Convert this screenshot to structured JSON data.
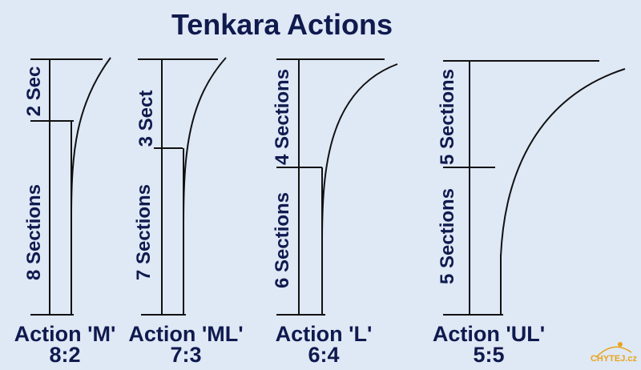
{
  "title": "Tenkara Actions",
  "actions": [
    {
      "name": "Action 'M'",
      "ratio": "8:2",
      "lower_label": "8 Sections",
      "upper_label": "2 Sec"
    },
    {
      "name": "Action 'ML'",
      "ratio": "7:3",
      "lower_label": "7 Sections",
      "upper_label": "3 Sect"
    },
    {
      "name": "Action 'L'",
      "ratio": "6:4",
      "lower_label": "6 Sections",
      "upper_label": "4 Sections"
    },
    {
      "name": "Action 'UL'",
      "ratio": "5:5",
      "lower_label": "5 Sections",
      "upper_label": "5 Sections"
    }
  ],
  "watermark": "CHYTEJ.cz",
  "colors": {
    "background": "#dfe8f5",
    "text": "#0f1a4e",
    "line": "#111111",
    "watermark": "#e8a51c"
  }
}
